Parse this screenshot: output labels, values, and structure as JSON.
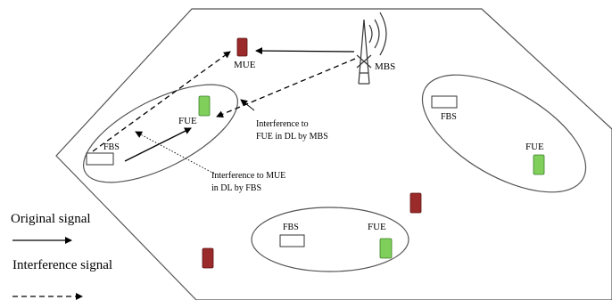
{
  "labels": {
    "mbs": "MBS",
    "mue": "MUE",
    "fue_left": "FUE",
    "fbs_left": "FBS",
    "fbs_right": "FBS",
    "fue_right": "FUE",
    "fbs_bottom": "FBS",
    "fue_bottom": "FUE"
  },
  "annotations": {
    "mbs_interference_line1": "Interference to",
    "mbs_interference_line2": "FUE in DL by MBS",
    "fbs_interference_line1": "Interference to MUE",
    "fbs_interference_line2": "in DL by FBS"
  },
  "legend": {
    "original": "Original signal",
    "interference": "Interference signal"
  },
  "colors": {
    "mue_device": "#9b2a2a",
    "fue_device": "#7fcf5a",
    "fbs_box": "#ffffff",
    "line": "#000000"
  }
}
